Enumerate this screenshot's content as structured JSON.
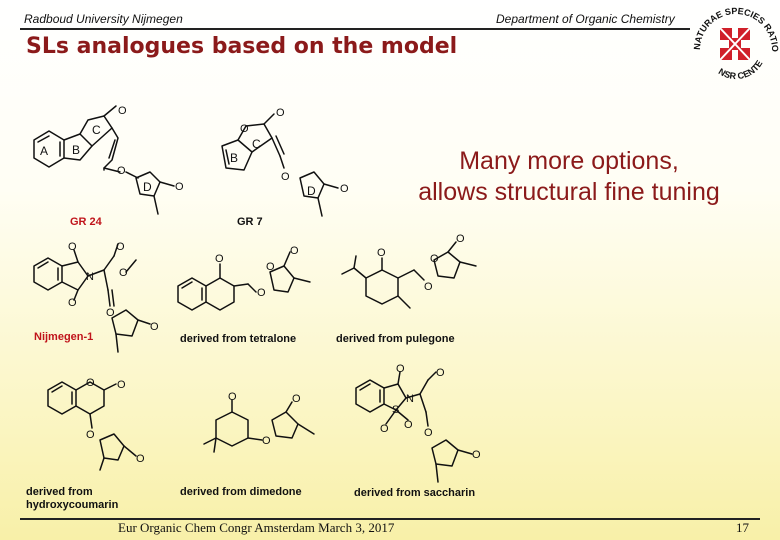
{
  "header": {
    "university": "Radboud University Nijmegen",
    "department": "Department of Organic Chemistry",
    "logo_text": "NATURAE SPECIES RATIO QUE · NSR CENTER"
  },
  "slide": {
    "title": "SLs analogues based on the model",
    "callout_line1": "Many more options,",
    "callout_line2": "allows structural fine tuning"
  },
  "labels": {
    "gr24": "GR 24",
    "gr7": "GR 7",
    "nijmegen1": "Nijmegen-1",
    "tetralone": "derived from tetralone",
    "pulegone": "derived from pulegone",
    "hydroxycoumarin_1": "derived from",
    "hydroxycoumarin_2": "hydroxycoumarin",
    "dimedone": "derived from dimedone",
    "saccharin": "derived from saccharin"
  },
  "rings": {
    "a": "A",
    "b": "B",
    "c": "C",
    "d": "D"
  },
  "atoms": {
    "o": "O",
    "n": "N",
    "s": "S"
  },
  "footer": {
    "conference": "Eur Organic Chem Congr Amsterdam  March 3, 2017",
    "page": "17"
  }
}
